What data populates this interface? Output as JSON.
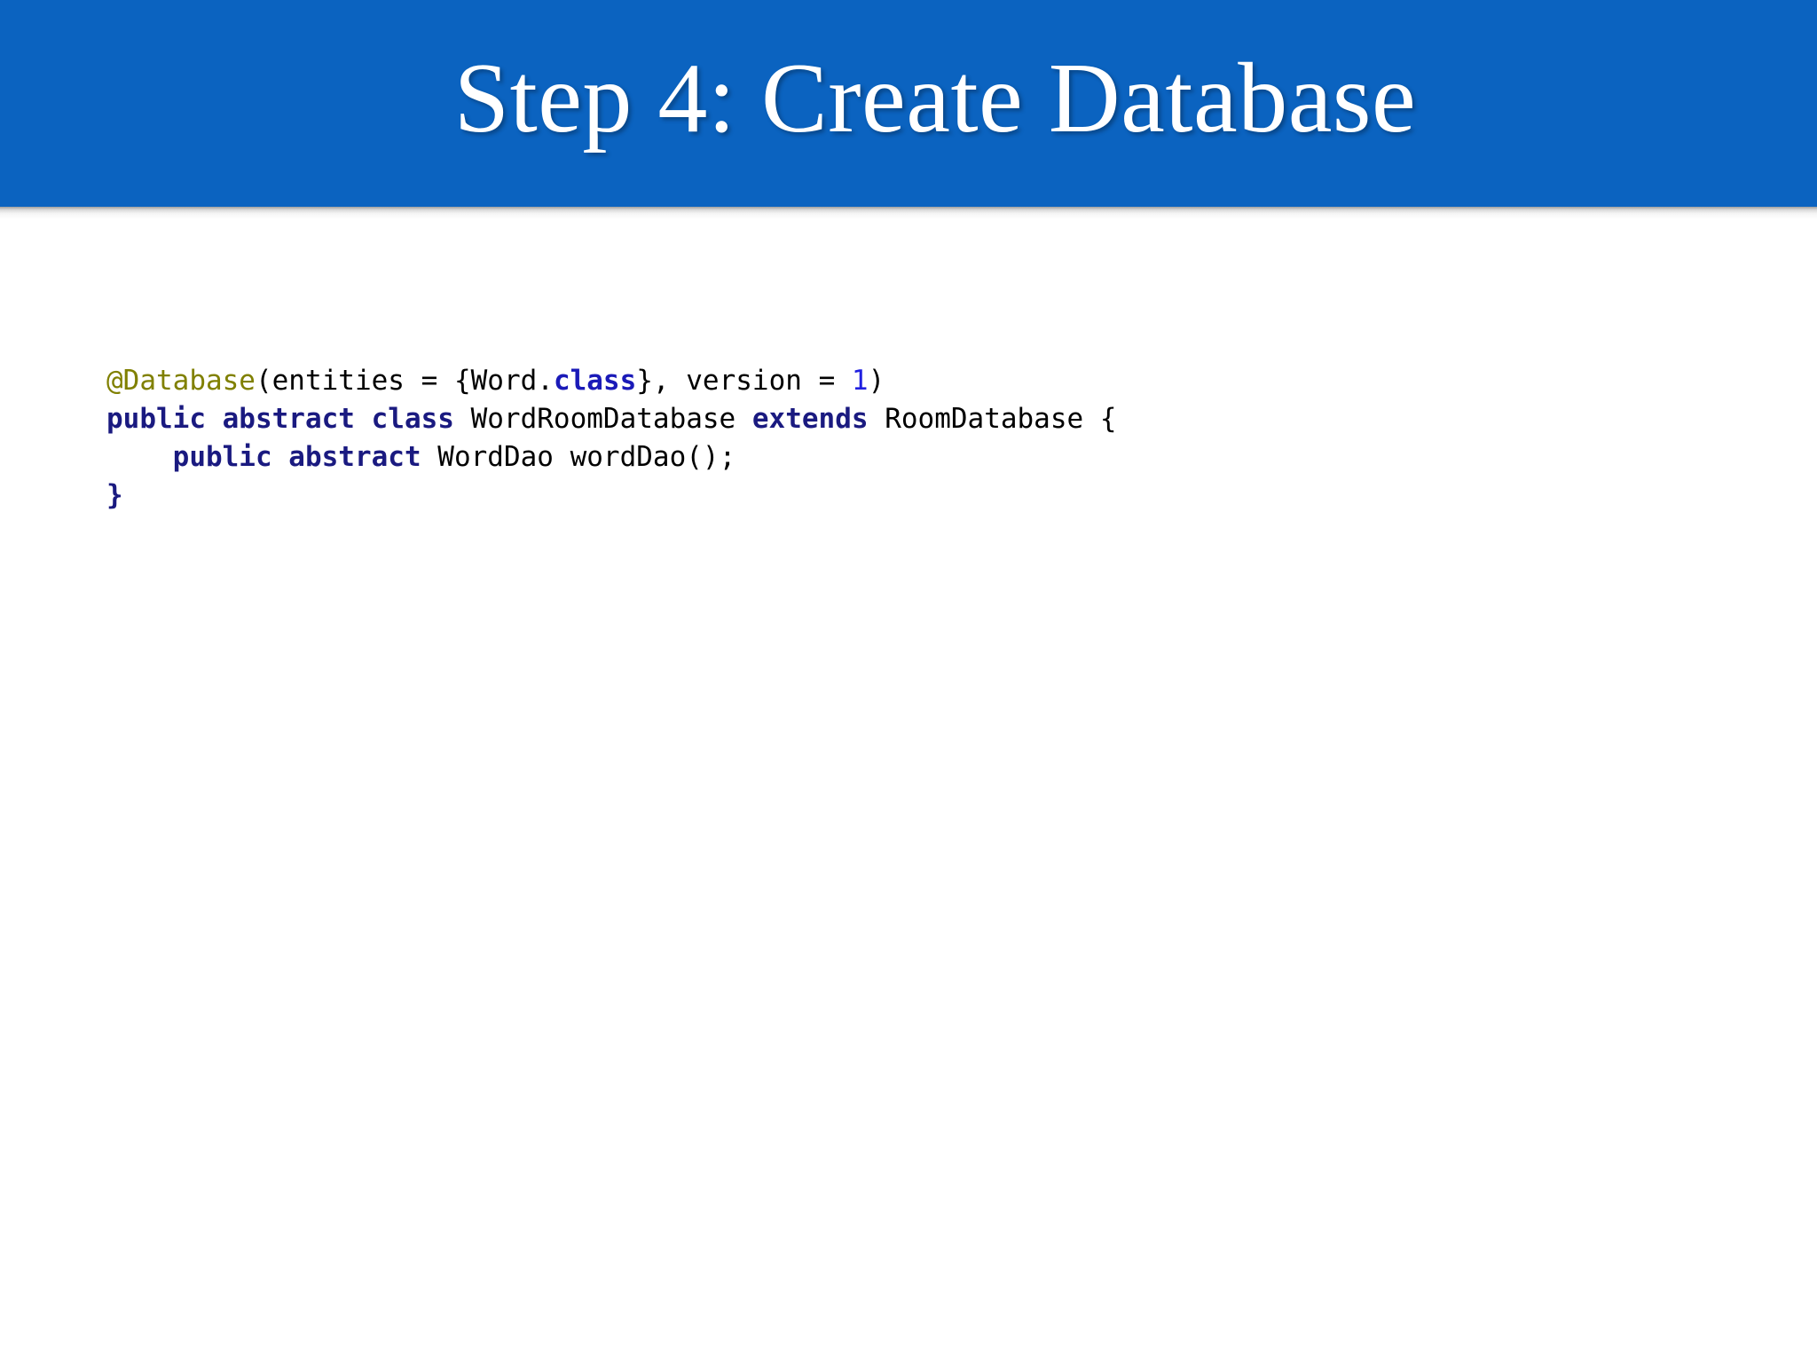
{
  "slide": {
    "title": "Step 4: Create Database",
    "header_bg_color": "#0b63c0",
    "title_color": "#ffffff",
    "body_bg_color": "#ffffff"
  },
  "code": {
    "language": "java",
    "lines": [
      {
        "index": 1,
        "text": "@Database(entities = {Word.class}, version = 1)",
        "tokens": [
          {
            "t": "@Database",
            "k": "anno"
          },
          {
            "t": "(entities = {Word.",
            "k": "plain"
          },
          {
            "t": "class",
            "k": "kw-bright"
          },
          {
            "t": "}, version = ",
            "k": "plain"
          },
          {
            "t": "1",
            "k": "num"
          },
          {
            "t": ")",
            "k": "plain"
          }
        ]
      },
      {
        "index": 2,
        "text": "public abstract class WordRoomDatabase extends RoomDatabase {",
        "tokens": [
          {
            "t": "public abstract class",
            "k": "kw"
          },
          {
            "t": " WordRoomDatabase ",
            "k": "plain"
          },
          {
            "t": "extends",
            "k": "kw"
          },
          {
            "t": " RoomDatabase {",
            "k": "plain"
          }
        ]
      },
      {
        "index": 3,
        "text": "    public abstract WordDao wordDao();",
        "tokens": [
          {
            "t": "    ",
            "k": "plain"
          },
          {
            "t": "public abstract",
            "k": "kw"
          },
          {
            "t": " WordDao wordDao();",
            "k": "plain"
          }
        ]
      },
      {
        "index": 4,
        "text": "}",
        "tokens": [
          {
            "t": "}",
            "k": "brace-kw"
          }
        ]
      }
    ],
    "colors": {
      "plain": "#000000",
      "annotation": "#808000",
      "keyword": "#1a1a80",
      "keyword_bright": "#1a1ab8",
      "number": "#2020e0"
    }
  }
}
